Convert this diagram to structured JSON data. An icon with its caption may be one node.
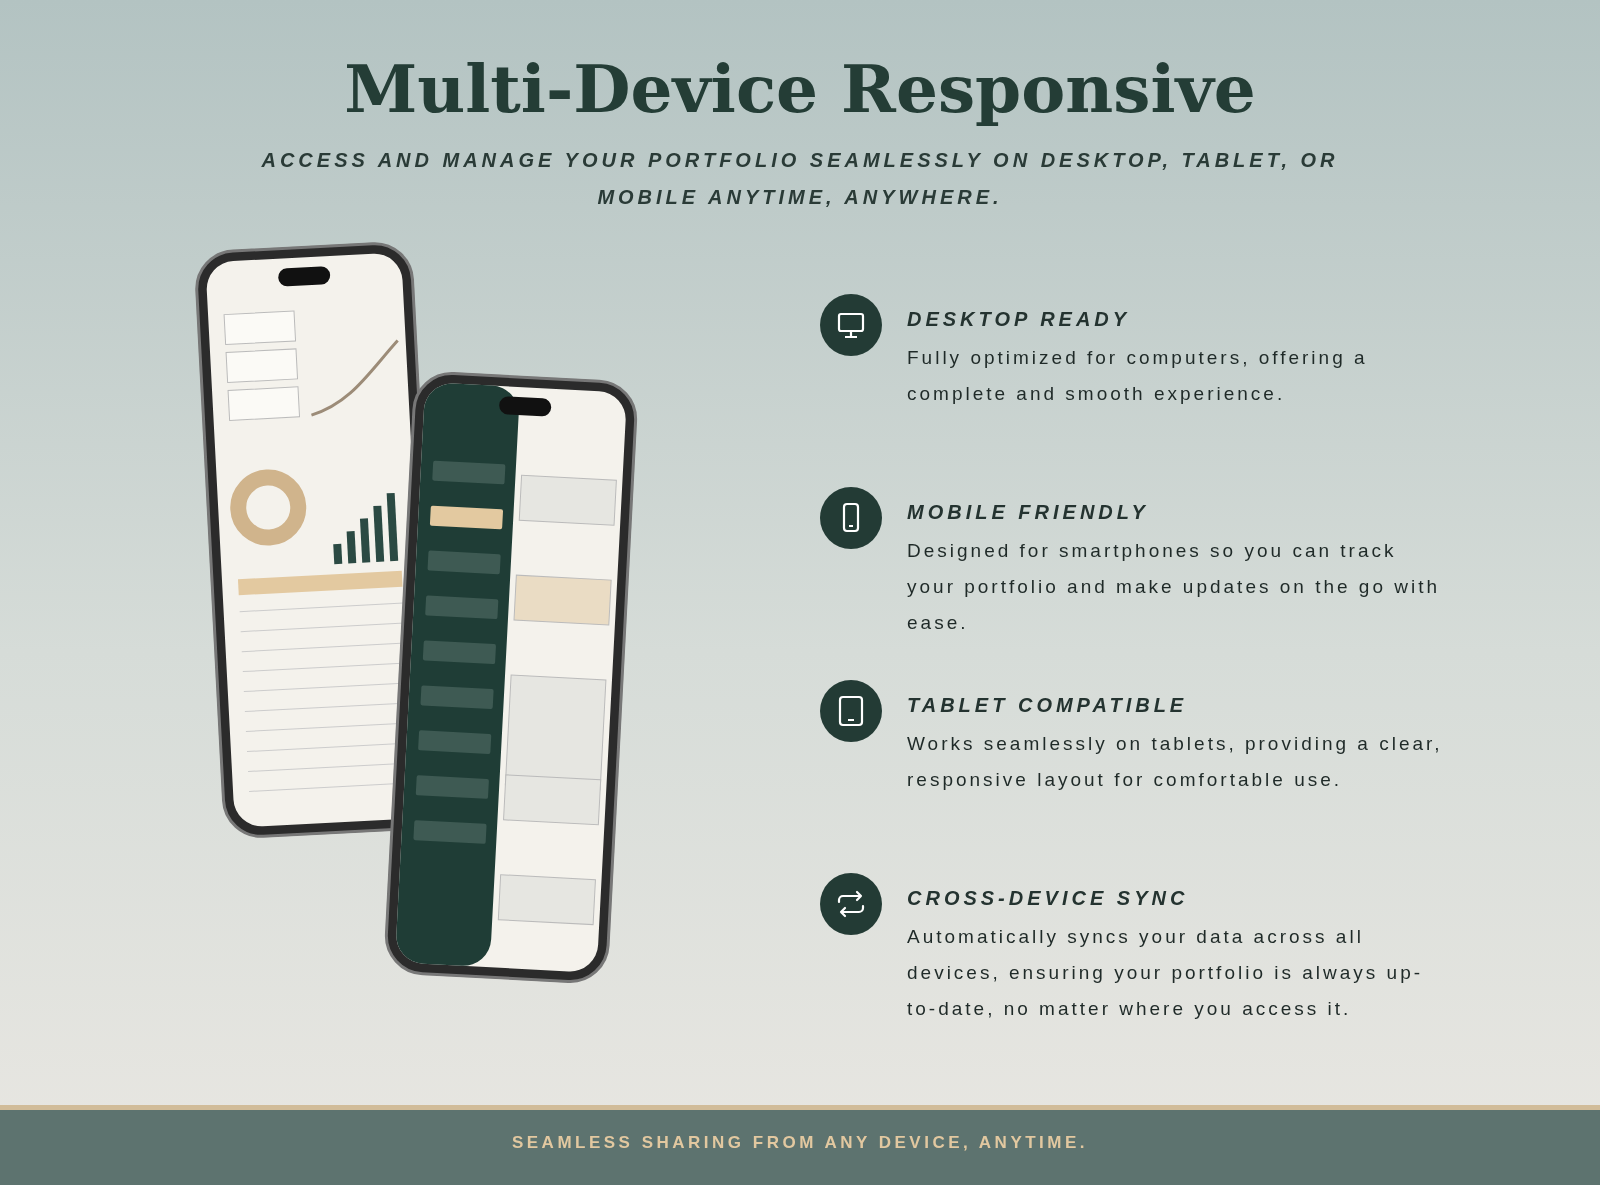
{
  "diagram": {
    "title": "Multi-Device Responsive",
    "caption": "SEAMLESS SHARING FROM ANY DEVICE, ANYTIME.",
    "labels": [
      "ACCESS AND MANAGE YOUR PORTFOLIO SEAMLESSLY ON DESKTOP, TABLET, OR MOBILE ANYTIME, ANYWHERE.",
      "DESKTOP READY",
      "Fully optimized for computers, offering a complete and smooth experience.",
      "MOBILE FRIENDLY",
      "Designed for smartphones so you can track your portfolio and make updates on the go with ease.",
      "TABLET COMPATIBLE",
      "Works seamlessly on tablets, providing a clear, responsive layout for comfortable use.",
      "CROSS-DEVICE SYNC",
      "Automatically syncs your data across all devices, ensuring your portfolio is always up-to-date, no matter where you access it."
    ]
  }
}
